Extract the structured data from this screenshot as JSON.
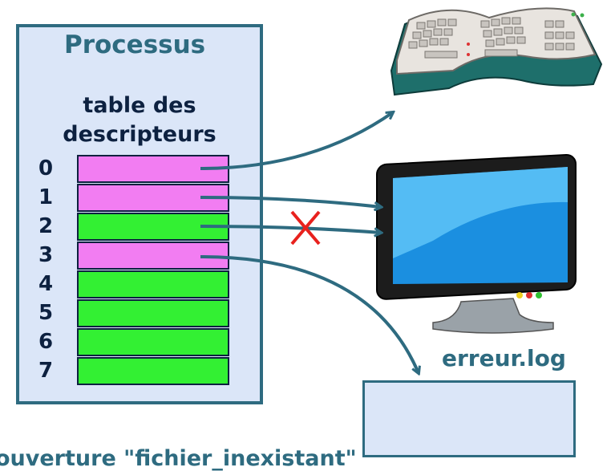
{
  "process": {
    "title": "Processus",
    "table_label_line1": "table des",
    "table_label_line2": "descripteurs"
  },
  "descriptors": [
    {
      "index": "0",
      "color": "#f27df2"
    },
    {
      "index": "1",
      "color": "#f27df2"
    },
    {
      "index": "2",
      "color": "#33f033"
    },
    {
      "index": "3",
      "color": "#f27df2"
    },
    {
      "index": "4",
      "color": "#33f033"
    },
    {
      "index": "5",
      "color": "#33f033"
    },
    {
      "index": "6",
      "color": "#33f033"
    },
    {
      "index": "7",
      "color": "#33f033"
    }
  ],
  "log_file": {
    "name": "erreur.log"
  },
  "caption": "ouverture \"fichier_inexistant\"",
  "colors": {
    "arrow": "#2e6b80",
    "cross": "#e8211d",
    "used": "#f27df2",
    "free": "#33f033"
  },
  "icons": [
    "keyboard-icon",
    "monitor-icon",
    "cross-icon"
  ]
}
